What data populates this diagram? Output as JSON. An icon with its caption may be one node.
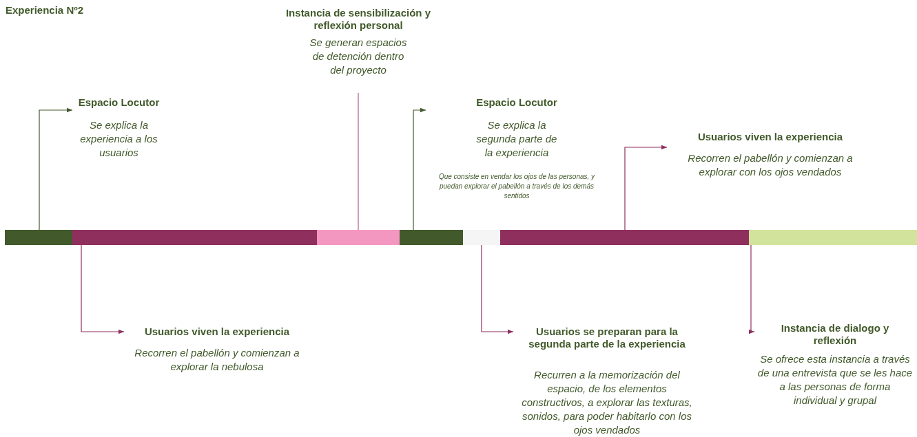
{
  "diagram": {
    "title": "Experiencia Nº2",
    "nodes": [
      {
        "text": [],
        "shape": "bar"
      },
      {
        "text": [],
        "shape": "bar"
      },
      {
        "text": [],
        "shape": "bar"
      },
      {
        "text": [],
        "shape": "bar"
      },
      {
        "text": [],
        "shape": "bar"
      },
      {
        "text": [],
        "shape": "bar"
      },
      {
        "text": [],
        "shape": "bar"
      },
      {
        "text": [
          "Espacio Locutor",
          "Se explica la experiencia a los usuarios"
        ]
      },
      {
        "text": [
          "Instancia de sensibilización y reflexión personal",
          "Se generan espacios de detención dentro del proyecto"
        ]
      },
      {
        "text": [
          "Espacio Locutor",
          "Se explica la segunda parte de la experiencia",
          "Que consiste en vendar los ojos de las personas, y puedan explorar el pabellón a través de los demás sentidos"
        ]
      },
      {
        "text": [
          "Usuarios viven la experiencia",
          "Recorren el pabellón y comienzan a explorar con los ojos vendados"
        ]
      },
      {
        "text": [
          "Usuarios viven la experiencia",
          "Recorren el pabellón y comienzan a explorar la nebulosa"
        ]
      },
      {
        "text": [
          "Usuarios se preparan para la segunda parte de la experiencia",
          "Recurren a la memorización del espacio, de los elementos constructivos, a explorar las texturas, sonidos, para poder habitarlo con los ojos vendados"
        ]
      },
      {
        "text": [
          "Instancia de dialogo y reflexión",
          "Se ofrece esta instancia a través de una entrevista que se les hace a las personas de forma individual y grupal"
        ]
      }
    ],
    "edges": [
      {
        "from": 0,
        "to": 7,
        "arrow": "to",
        "color": "#425a2b"
      },
      {
        "from": 2,
        "to": 8,
        "arrow": "none",
        "color": "#b65a8a"
      },
      {
        "from": 3,
        "to": 9,
        "arrow": "to",
        "color": "#425a2b"
      },
      {
        "from": 5,
        "to": 10,
        "arrow": "to"
      },
      {
        "from": 1,
        "to": 11,
        "arrow": "to"
      },
      {
        "from": 4,
        "to": 12,
        "arrow": "to"
      },
      {
        "from": 6,
        "to": 13,
        "arrow": "to"
      }
    ]
  }
}
